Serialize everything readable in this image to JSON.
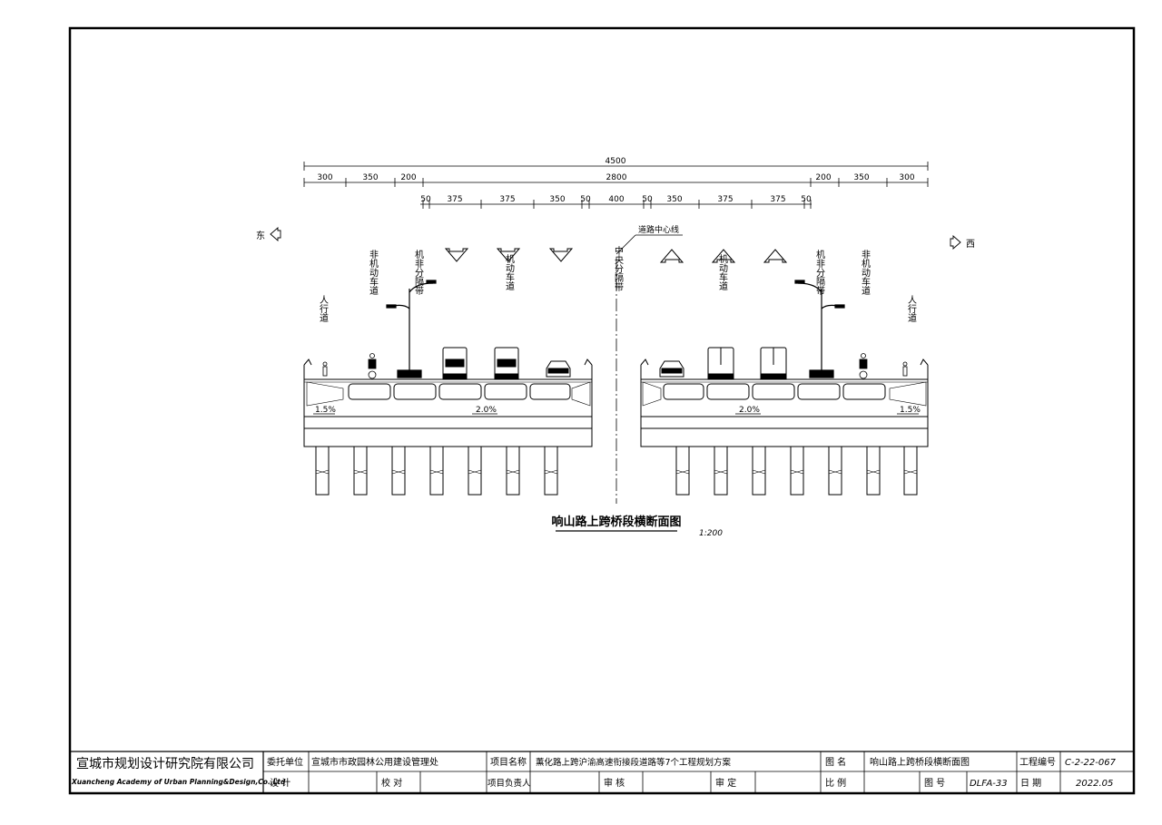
{
  "drawing": {
    "title": "响山路上跨桥段横断面图",
    "scale_label": "1:200",
    "direction_east": "东",
    "direction_west": "西",
    "centerline_label": "道路中心线",
    "median_label": "中央分隔带",
    "lane_labels": {
      "sidewalk": "人行道",
      "non_motor": "非机动车道",
      "separator": "机非分隔带",
      "motor": "机动车道"
    },
    "dimensions": {
      "total": "4500",
      "row2": [
        "300",
        "350",
        "200",
        "2800",
        "200",
        "350",
        "300"
      ],
      "row3": [
        "50",
        "375",
        "375",
        "350",
        "50",
        "400",
        "50",
        "350",
        "375",
        "375",
        "50"
      ]
    },
    "slopes": [
      "1.5%",
      "2.0%",
      "2.0%",
      "1.5%"
    ]
  },
  "title_block": {
    "company_cn": "宣城市规划设计研究院有限公司",
    "company_en": "Xuancheng Academy of Urban Planning&Design,Co.,Ltd",
    "client_label": "委托单位",
    "client_value": "宣城市市政园林公用建设管理处",
    "project_label": "项目名称",
    "project_value": "薰化路上跨沪渝高速衔接段道路等7个工程规划方案",
    "drawing_name_label": "图 名",
    "drawing_name_value": "响山路上跨桥段横断面图",
    "project_no_label": "工程编号",
    "project_no_value": "C-2-22-067",
    "design_label": "设 计",
    "check_label": "校 对",
    "leader_label": "项目负责人",
    "review_label": "审 核",
    "approve_label": "审 定",
    "scale_label": "比 例",
    "sheet_no_label": "图 号",
    "sheet_no_value": "DLFA-33",
    "date_label": "日 期",
    "date_value": "2022.05"
  }
}
